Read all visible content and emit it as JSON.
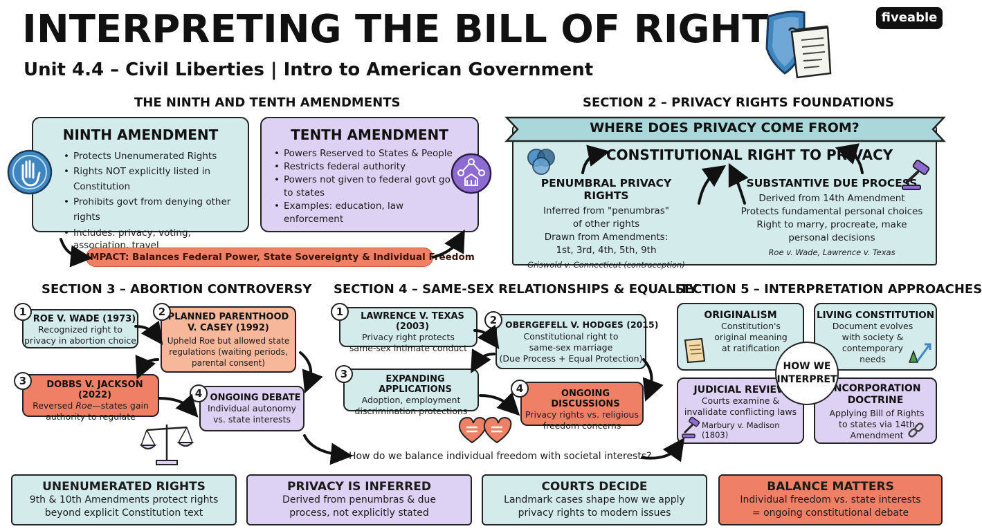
{
  "header": {
    "title": "INTERPRETING THE BILL OF RIGHTS",
    "subtitle": "Unit 4.4 – Civil Liberties | Intro to American Government",
    "brand": "fiveable"
  },
  "section1": {
    "heading": "THE NINTH AND TENTH AMENDMENTS",
    "ninth": {
      "title": "NINTH AMENDMENT",
      "bullets": [
        "Protects Unenumerated Rights",
        "Rights NOT explicitly listed in Constitution",
        "Prohibits govt from denying other rights",
        "Includes: privacy, voting, association, travel"
      ]
    },
    "tenth": {
      "title": "TENTH AMENDMENT",
      "bullets": [
        "Powers Reserved to States & People",
        "Restricts federal authority",
        "Powers not given to federal govt go to states",
        "Examples: education, law enforcement"
      ]
    },
    "impact": "IMPACT: Balances Federal Power, State Sovereignty & Individual Freedom"
  },
  "section2": {
    "heading": "SECTION 2 – PRIVACY RIGHTS FOUNDATIONS",
    "banner": "WHERE DOES PRIVACY COME FROM?",
    "center_title": "CONSTITUTIONAL RIGHT TO PRIVACY",
    "penumbral": {
      "title": "PENUMBRAL PRIVACY RIGHTS",
      "lines": [
        "Inferred from \"penumbras\"",
        "of other rights",
        "Drawn from Amendments:",
        "1st, 3rd, 4th, 5th, 9th"
      ],
      "case": "Griswold v. Connecticut (contraception)"
    },
    "due_process": {
      "title": "SUBSTANTIVE DUE PROCESS",
      "lines": [
        "Derived from 14th Amendment",
        "Protects fundamental personal choices",
        "Right to marry, procreate, make",
        "personal decisions"
      ],
      "case": "Roe v. Wade, Lawrence v. Texas"
    }
  },
  "section3": {
    "heading": "SECTION 3 – ABORTION CONTROVERSY",
    "items": [
      {
        "num": "1",
        "title": "ROE V. WADE (1973)",
        "text": [
          "Recognized right to",
          "privacy in abortion choice"
        ]
      },
      {
        "num": "2",
        "title": "PLANNED PARENTHOOD",
        "title2": "V. CASEY (1992)",
        "text": [
          "Upheld Roe but allowed state",
          "regulations (waiting periods,",
          "parental consent)"
        ]
      },
      {
        "num": "3",
        "title": "DOBBS V. JACKSON (2022)",
        "text_pre": "Reversed ",
        "text_it": "Roe",
        "text_post": "—states gain",
        "text2": "authority to regulate"
      },
      {
        "num": "4",
        "title": "ONGOING DEBATE",
        "text": [
          "Individual autonomy",
          "vs. state interests"
        ]
      }
    ]
  },
  "section4": {
    "heading": "SECTION 4 – SAME-SEX RELATIONSHIPS & EQUALITY",
    "items": [
      {
        "num": "1",
        "title": "LAWRENCE V. TEXAS (2003)",
        "text": [
          "Privacy right protects",
          "same-sex intimate conduct"
        ]
      },
      {
        "num": "2",
        "title": "OBERGEFELL V. HODGES (2015)",
        "text": [
          "Constitutional right to",
          "same-sex marriage",
          "(Due Process + Equal Protection)"
        ]
      },
      {
        "num": "3",
        "title": "EXPANDING APPLICATIONS",
        "text": [
          "Adoption, employment",
          "discrimination protections"
        ]
      },
      {
        "num": "4",
        "title": "ONGOING DISCUSSIONS",
        "text": [
          "Privacy rights vs. religious",
          "freedom concerns"
        ]
      }
    ],
    "question": "How do we balance individual freedom with societal interests?"
  },
  "section5": {
    "heading": "SECTION 5 – INTERPRETATION APPROACHES",
    "center": [
      "HOW WE",
      "INTERPRET"
    ],
    "originalism": {
      "title": "ORIGINALISM",
      "text": [
        "Constitution's",
        "original meaning",
        "at ratification"
      ]
    },
    "living": {
      "title": "LIVING CONSTITUTION",
      "text": [
        "Document evolves",
        "with society &",
        "contemporary",
        "needs"
      ]
    },
    "judicial": {
      "title": "JUDICIAL REVIEW",
      "text": [
        "Courts examine &",
        "invalidate conflicting laws"
      ],
      "case": "Marbury v. Madison (1803)"
    },
    "incorporation": {
      "title": "INCORPORATION",
      "title2": "DOCTRINE",
      "text": [
        "Applying Bill of Rights",
        "to states via 14th",
        "Amendment"
      ]
    }
  },
  "bottom": [
    {
      "title": "UNENUMERATED RIGHTS",
      "text": [
        "9th & 10th Amendments protect rights",
        "beyond explicit Constitution text"
      ]
    },
    {
      "title": "PRIVACY IS INFERRED",
      "text": [
        "Derived from penumbras & due",
        "process, not explicitly stated"
      ]
    },
    {
      "title": "COURTS DECIDE",
      "text": [
        "Landmark cases shape how we apply",
        "privacy rights to modern issues"
      ]
    },
    {
      "title": "BALANCE MATTERS",
      "text": [
        "Individual freedom vs. state interests",
        "= ongoing constitutional debate"
      ]
    }
  ],
  "colors": {
    "teal": "#d4ebec",
    "purple": "#ddd2f3",
    "salmon": "#f7b79a",
    "red": "#ef8066",
    "shield": "#3f86c0"
  }
}
